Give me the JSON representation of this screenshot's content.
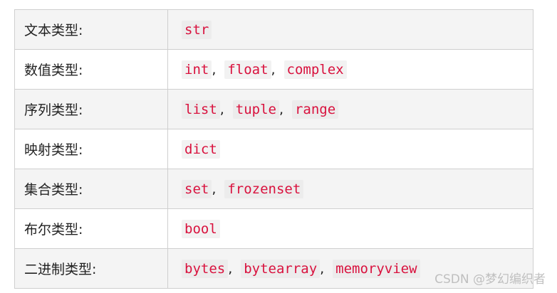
{
  "rows": [
    {
      "label": "文本类型:",
      "values": [
        "str"
      ]
    },
    {
      "label": "数值类型:",
      "values": [
        "int",
        "float",
        "complex"
      ]
    },
    {
      "label": "序列类型:",
      "values": [
        "list",
        "tuple",
        "range"
      ]
    },
    {
      "label": "映射类型:",
      "values": [
        "dict"
      ]
    },
    {
      "label": "集合类型:",
      "values": [
        "set",
        "frozenset"
      ]
    },
    {
      "label": "布尔类型:",
      "values": [
        "bool"
      ]
    },
    {
      "label": "二进制类型:",
      "values": [
        "bytes",
        "bytearray",
        "memoryview"
      ]
    }
  ],
  "separator": ",",
  "watermark": "CSDN @梦幻编织者",
  "colors": {
    "code_text": "#d9123e",
    "border": "#cfcfcf",
    "stripe": "#f4f4f4"
  }
}
